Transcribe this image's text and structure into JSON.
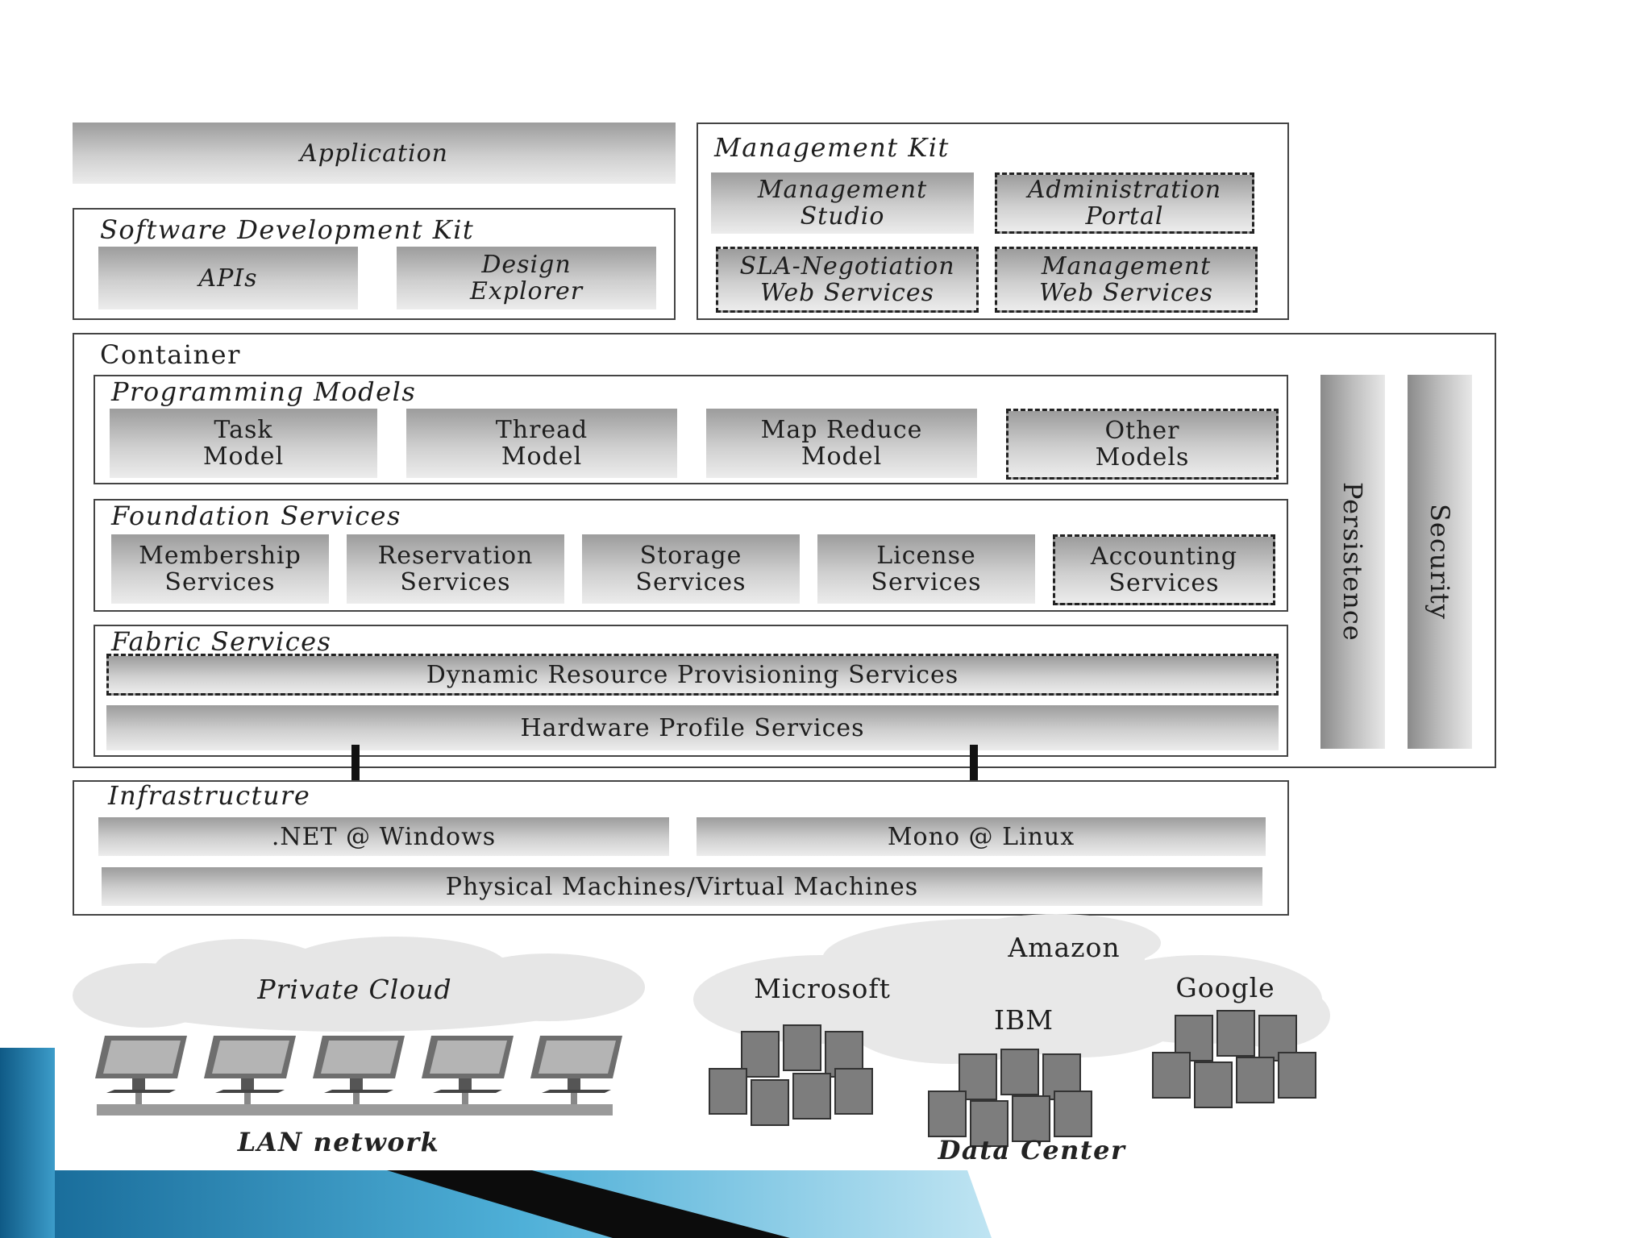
{
  "application": "Application",
  "management_kit": {
    "title": "Management Kit",
    "items": [
      "Management Studio",
      "Administration Portal",
      "SLA-Negotiation Web Services",
      "Management Web Services"
    ]
  },
  "sdk": {
    "title": "Software Development Kit",
    "items": [
      "APIs",
      "Design Explorer"
    ]
  },
  "container": {
    "title": "Container",
    "programming_models": {
      "title": "Programming Models",
      "items": [
        "Task Model",
        "Thread Model",
        "Map Reduce Model",
        "Other Models"
      ]
    },
    "foundation_services": {
      "title": "Foundation Services",
      "items": [
        "Membership Services",
        "Reservation Services",
        "Storage Services",
        "License Services",
        "Accounting Services"
      ]
    },
    "fabric_services": {
      "title": "Fabric Services",
      "items": [
        "Dynamic Resource Provisioning Services",
        "Hardware Profile Services"
      ]
    },
    "side": [
      "Persistence",
      "Security"
    ]
  },
  "infrastructure": {
    "title": "Infrastructure",
    "items": [
      ".NET @ Windows",
      "Mono @ Linux",
      "Physical Machines/Virtual Machines"
    ]
  },
  "private_cloud": {
    "title": "Private Cloud",
    "caption": "LAN network"
  },
  "data_center": {
    "providers": [
      "Amazon",
      "Microsoft",
      "IBM",
      "Google"
    ],
    "caption": "Data Center"
  }
}
